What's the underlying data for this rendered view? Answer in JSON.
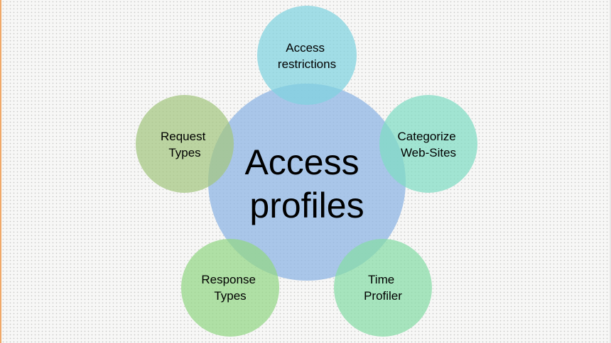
{
  "diagram": {
    "center": {
      "lines": [
        "Access",
        "profiles"
      ],
      "color": "#8fb6e4"
    },
    "satellites": [
      {
        "id": "access-restrictions",
        "lines": [
          "Access",
          "restrictions"
        ],
        "color": "#7fd3df"
      },
      {
        "id": "categorize-web-sites",
        "lines": [
          "Categorize",
          "Web-Sites"
        ],
        "color": "#7fdcc4"
      },
      {
        "id": "time-profiler",
        "lines": [
          "Time",
          "Profiler"
        ],
        "color": "#86dca6"
      },
      {
        "id": "response-types",
        "lines": [
          "Response",
          "Types"
        ],
        "color": "#93d785"
      },
      {
        "id": "request-types",
        "lines": [
          "Request",
          "Types"
        ],
        "color": "#a4c680"
      }
    ]
  }
}
